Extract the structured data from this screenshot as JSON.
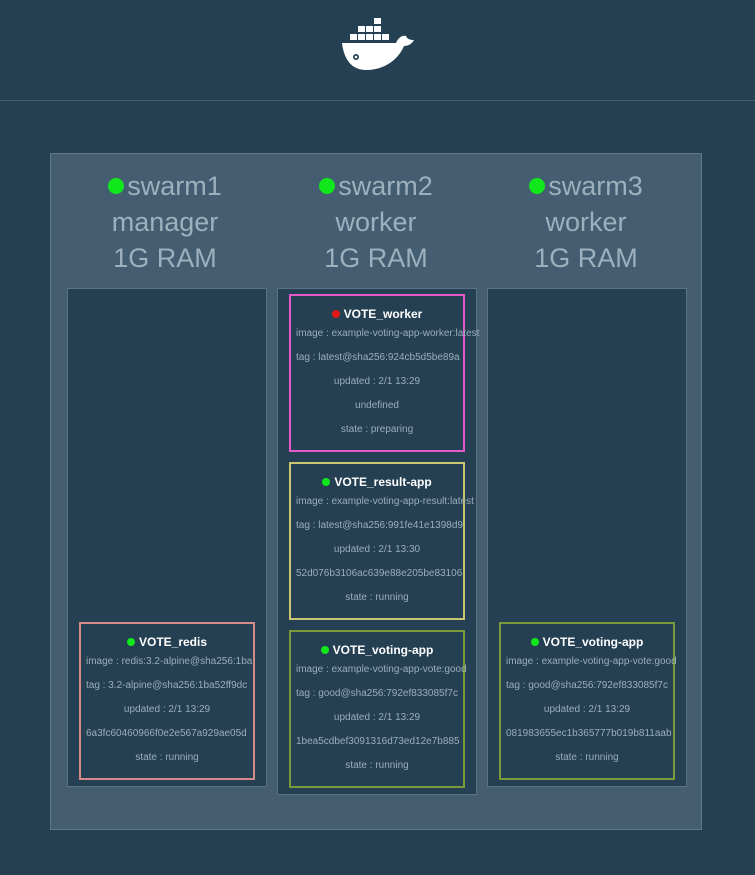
{
  "logo": {
    "icon": "docker-whale-icon"
  },
  "colors": {
    "background": "#254052",
    "swarm_panel": "#445d70",
    "running_dot": "#11e81b",
    "preparing_dot": "#e01818",
    "worker_border": "#e55ac8",
    "result_border": "#c9c66e",
    "voting_border": "#7a9a3a",
    "redis_border": "#d58a8a"
  },
  "nodes": [
    {
      "name": "swarm1",
      "role": "manager",
      "ram": "1G RAM"
    },
    {
      "name": "swarm2",
      "role": "worker",
      "ram": "1G RAM"
    },
    {
      "name": "swarm3",
      "role": "worker",
      "ram": "1G RAM"
    }
  ],
  "services": {
    "vote_worker": {
      "title": "VOTE_worker",
      "status": "preparing",
      "image": "image : example-voting-app-worker:latest",
      "tag": "tag : latest@sha256:924cb5d5be89a",
      "updated": "updated : 2/1 13:29",
      "id": "undefined",
      "state": "state : preparing"
    },
    "vote_result_app": {
      "title": "VOTE_result-app",
      "status": "running",
      "image": "image : example-voting-app-result:latest",
      "tag": "tag : latest@sha256:991fe41e1398d9",
      "updated": "updated : 2/1 13:30",
      "id": "52d076b3106ac639e88e205be83106",
      "state": "state : running"
    },
    "vote_voting_app_2": {
      "title": "VOTE_voting-app",
      "status": "running",
      "image": "image : example-voting-app-vote:good",
      "tag": "tag : good@sha256:792ef833085f7c",
      "updated": "updated : 2/1 13:29",
      "id": "1bea5cdbef3091316d73ed12e7b885",
      "state": "state : running"
    },
    "vote_redis": {
      "title": "VOTE_redis",
      "status": "running",
      "image": "image : redis:3.2-alpine@sha256:1ba",
      "tag": "tag : 3.2-alpine@sha256:1ba52ff9dc",
      "updated": "updated : 2/1 13:29",
      "id": "6a3fc60460966f0e2e567a929ae05d",
      "state": "state : running"
    },
    "vote_voting_app_3": {
      "title": "VOTE_voting-app",
      "status": "running",
      "image": "image : example-voting-app-vote:good",
      "tag": "tag : good@sha256:792ef833085f7c",
      "updated": "updated : 2/1 13:29",
      "id": "081983655ec1b365777b019b811aab",
      "state": "state : running"
    }
  }
}
